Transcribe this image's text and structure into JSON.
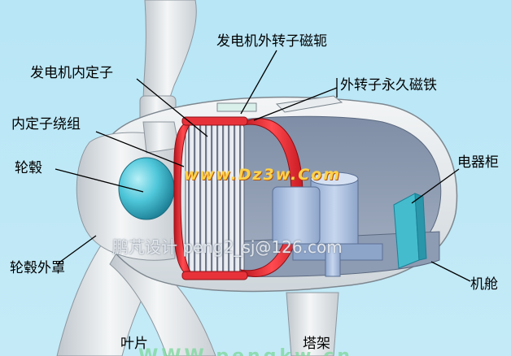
{
  "labels": {
    "generator_outer_rotor_yoke": "发电机外转子磁轭",
    "generator_inner_stator": "发电机内定子",
    "outer_rotor_permanent_magnet": "外转子永久磁铁",
    "inner_stator_winding": "内定子绕组",
    "hub": "轮毂",
    "electrical_cabinet": "电器柜",
    "hub_cover": "轮毂外罩",
    "nacelle": "机舱",
    "blade": "叶片",
    "tower": "塔架"
  },
  "watermarks": {
    "center": "www.Dz3w.Com",
    "credit": "鹏芃设计 peng2_sj@126.com",
    "bottom": "WWW.pengkw.cn"
  },
  "colors": {
    "background": "#bfe8f6",
    "rotor": "#ee2b33",
    "stator": "#c9ced8",
    "hub": "#55c9dc",
    "cabinet": "#3fb6c8",
    "nacelle": "#e4eaee"
  }
}
